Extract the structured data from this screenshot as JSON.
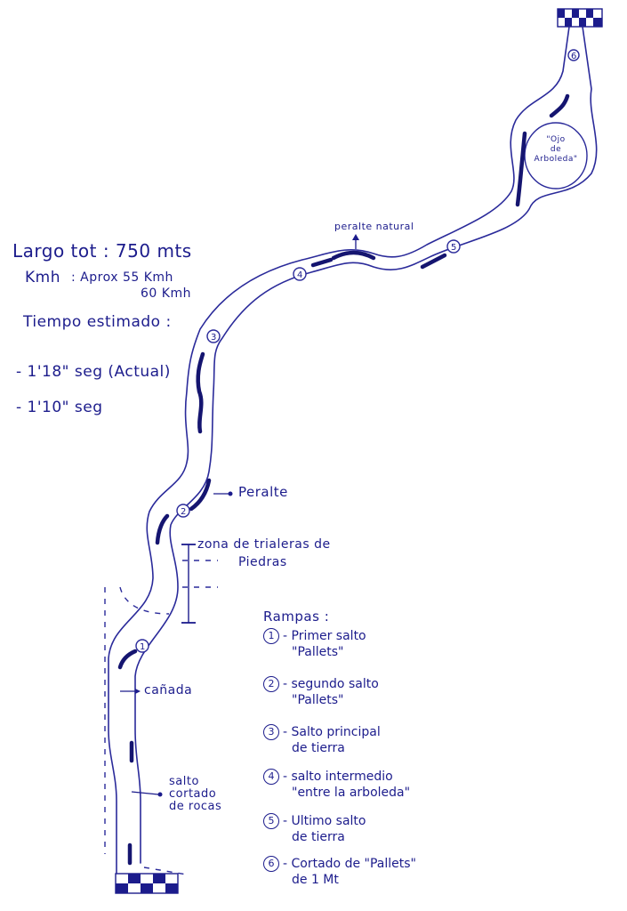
{
  "stats": {
    "length": "Largo tot : 750 mts",
    "speed_label": "Kmh",
    "speed_value_1": ": Aprox 55 Kmh",
    "speed_value_2": "60 Kmh",
    "time_label": "Tiempo estimado :",
    "time_1": "- 1'18\" seg (Actual)",
    "time_2": "- 1'10\" seg"
  },
  "track_labels": {
    "peralte_natural": "peralte natural",
    "peralte": "Peralte",
    "zona_trialeras": "zona de trialeras de",
    "zona_trialeras_2": "Piedras",
    "canada": "cañada",
    "salto_cortado_1": "salto",
    "salto_cortado_2": "cortado",
    "salto_cortado_3": "de rocas",
    "ojo_1": "\"Ojo",
    "ojo_2": "de",
    "ojo_3": "Arboleda\""
  },
  "markers": [
    "1",
    "2",
    "3",
    "4",
    "5",
    "6"
  ],
  "legend": {
    "title": "Rampas :",
    "items": [
      {
        "num": "1",
        "line1": "- Primer salto",
        "line2": "\"Pallets\""
      },
      {
        "num": "2",
        "line1": "- segundo salto",
        "line2": "\"Pallets\""
      },
      {
        "num": "3",
        "line1": "- Salto principal",
        "line2": "de tierra"
      },
      {
        "num": "4",
        "line1": "- salto intermedio",
        "line2": "\"entre la arboleda\""
      },
      {
        "num": "5",
        "line1": "- Ultimo salto",
        "line2": "de tierra"
      },
      {
        "num": "6",
        "line1": "- Cortado de \"Pallets\"",
        "line2": "de 1 Mt"
      }
    ]
  },
  "colors": {
    "ink": "#1c1c8c",
    "paper": "#ffffff"
  }
}
